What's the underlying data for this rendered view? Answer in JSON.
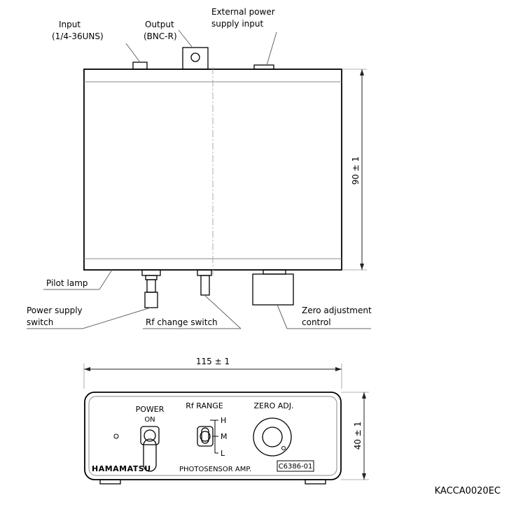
{
  "top_view": {
    "labels": {
      "input": "Input",
      "input_thread": "(1/4-36UNS)",
      "output": "Output",
      "output_connector": "(BNC-R)",
      "ext_power_line1": "External power",
      "ext_power_line2": "supply input",
      "pilot_lamp": "Pilot lamp",
      "power_switch_line1": "Power supply",
      "power_switch_line2": "switch",
      "rf_switch": "Rf change switch",
      "zero_adj_line1": "Zero adjustment",
      "zero_adj_line2": "control"
    },
    "height_dimension": "90 ± 1"
  },
  "front_view": {
    "width_dimension": "115 ± 1",
    "height_dimension": "40 ± 1",
    "panel": {
      "power": "POWER",
      "on": "ON",
      "rf_range": "Rf RANGE",
      "rf_h": "H",
      "rf_m": "M",
      "rf_l": "L",
      "zero_adj": "ZERO ADJ.",
      "brand": "HAMAMATSU",
      "product": "PHOTOSENSOR AMP.",
      "model": "C6386-01"
    }
  },
  "figure_code": "KACCA0020EC"
}
